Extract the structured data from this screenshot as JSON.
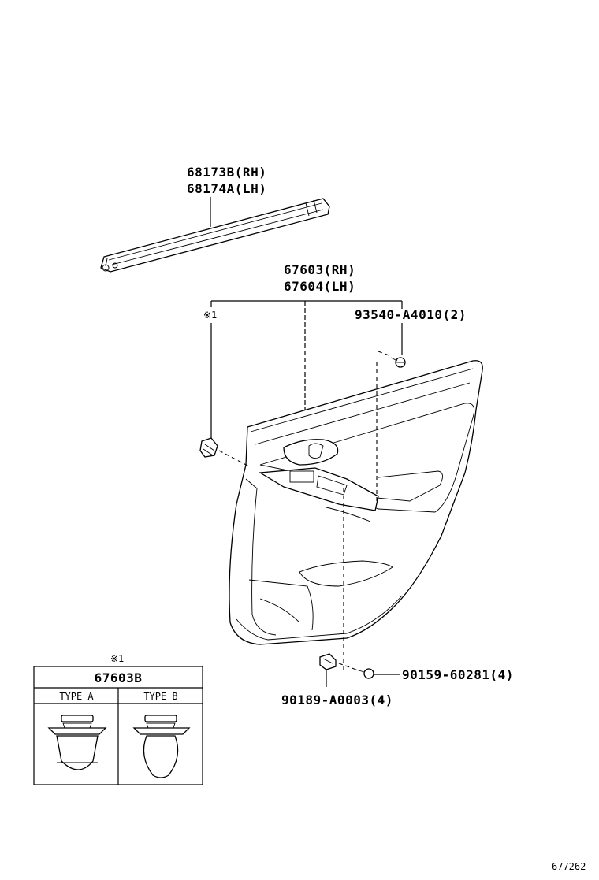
{
  "labels": {
    "weatherstrip_rh": "68173B(RH)",
    "weatherstrip_lh": "68174A(LH)",
    "panel_rh": "67603(RH)",
    "panel_lh": "67604(LH)",
    "clip_ref_mark": "※1",
    "screw_top": "93540-A4010(2)",
    "screw_bottom": "90159-60281(4)",
    "clip_bottom": "90189-A0003(4)"
  },
  "inset": {
    "ref_mark": "※1",
    "part_number": "67603B",
    "type_a": "TYPE A",
    "type_b": "TYPE B"
  },
  "figure_id": "677262"
}
